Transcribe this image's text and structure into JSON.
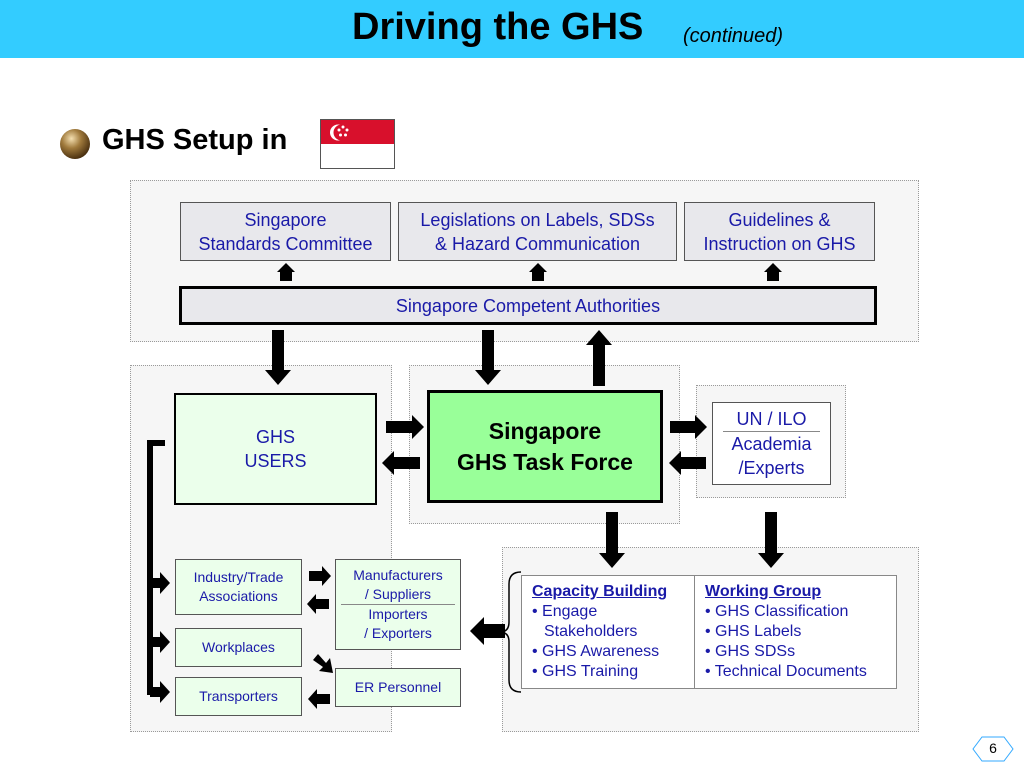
{
  "title": {
    "main": "Driving the GHS",
    "sub": "(continued)"
  },
  "heading": {
    "text": "GHS Setup in",
    "flag_icon": "singapore-flag-icon"
  },
  "top_boxes": [
    {
      "line1": "Singapore",
      "line2": "Standards Committee"
    },
    {
      "line1": "Legislations on Labels, SDSs",
      "line2": "& Hazard Communication"
    },
    {
      "line1": "Guidelines &",
      "line2": "Instruction on GHS"
    }
  ],
  "competent_authorities": "Singapore Competent Authorities",
  "ghs_users": {
    "line1": "GHS",
    "line2": "USERS"
  },
  "task_force": {
    "line1": "Singapore",
    "line2": "GHS Task Force"
  },
  "un_ilo": {
    "line1": "UN / ILO",
    "line2": "Academia",
    "line3": "/Experts"
  },
  "user_groups": {
    "industry": {
      "line1": "Industry/Trade",
      "line2": "Associations"
    },
    "workplaces": "Workplaces",
    "transporters": "Transporters",
    "manufacturers": {
      "line1": "Manufacturers",
      "line2": "/ Suppliers"
    },
    "importers": {
      "line1": "Importers",
      "line2": "/ Exporters"
    },
    "er_personnel": "ER Personnel"
  },
  "capacity_building": {
    "title": "Capacity Building",
    "items": [
      "• Engage Stakeholders",
      "• GHS Awareness",
      "• GHS Training"
    ]
  },
  "working_group": {
    "title": "Working Group",
    "items": [
      "• GHS Classification",
      "• GHS Labels",
      "• GHS SDSs",
      "• Technical Documents"
    ]
  },
  "page_number": "6",
  "colors": {
    "title_bar": "#33ccff",
    "task_force_fill": "#99ff99",
    "users_fill": "#ebffeb",
    "text": "#1a1aa8"
  }
}
